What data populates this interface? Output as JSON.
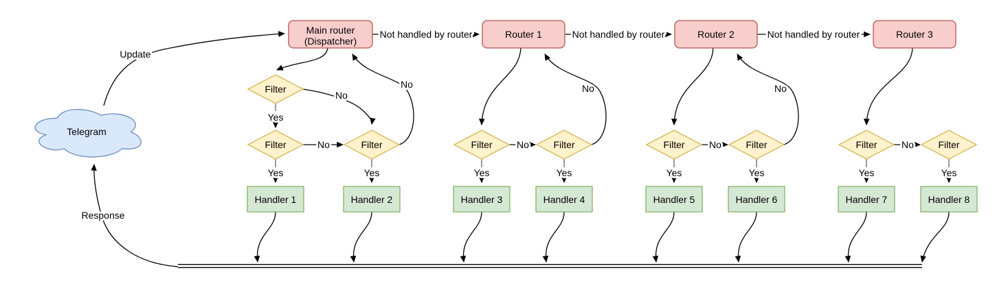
{
  "diagram": {
    "cloud": {
      "label": "Telegram"
    },
    "routers": [
      {
        "label_lines": [
          "Main router",
          "(Dispatcher)"
        ]
      },
      {
        "label_lines": [
          "Router 1"
        ]
      },
      {
        "label_lines": [
          "Router 2"
        ]
      },
      {
        "label_lines": [
          "Router 3"
        ]
      }
    ],
    "filters": [
      "Filter",
      "Filter",
      "Filter",
      "Filter",
      "Filter",
      "Filter",
      "Filter",
      "Filter",
      "Filter"
    ],
    "handlers": [
      "Handler 1",
      "Handler 2",
      "Handler 3",
      "Handler 4",
      "Handler 5",
      "Handler 6",
      "Handler 7",
      "Handler 8"
    ],
    "edge_labels": {
      "update": "Update",
      "response": "Response",
      "not_handled_by_router": "Not handled by router",
      "yes": "Yes",
      "no": "No"
    },
    "colors": {
      "router_fill": "#f8cecc",
      "router_stroke": "#b85450",
      "filter_fill": "#fff2cc",
      "filter_stroke": "#d6b656",
      "handler_fill": "#d5e8d4",
      "handler_stroke": "#82b366",
      "cloud_fill": "#dae8fc",
      "cloud_stroke": "#6c8ebf",
      "edge_color": "#000000",
      "stub_color": "#808080",
      "text_color": "#000000",
      "background": "#ffffff"
    }
  }
}
